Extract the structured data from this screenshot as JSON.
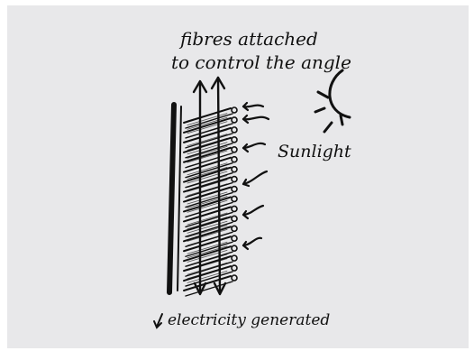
{
  "title": {
    "line1": "fibres attached",
    "line2": "to control the angle"
  },
  "sun_label": "Sunlight",
  "bottom_label": "electricity generated",
  "colors": {
    "background": "#e8e8ea",
    "ink": "#111111"
  },
  "slat_count": 18
}
